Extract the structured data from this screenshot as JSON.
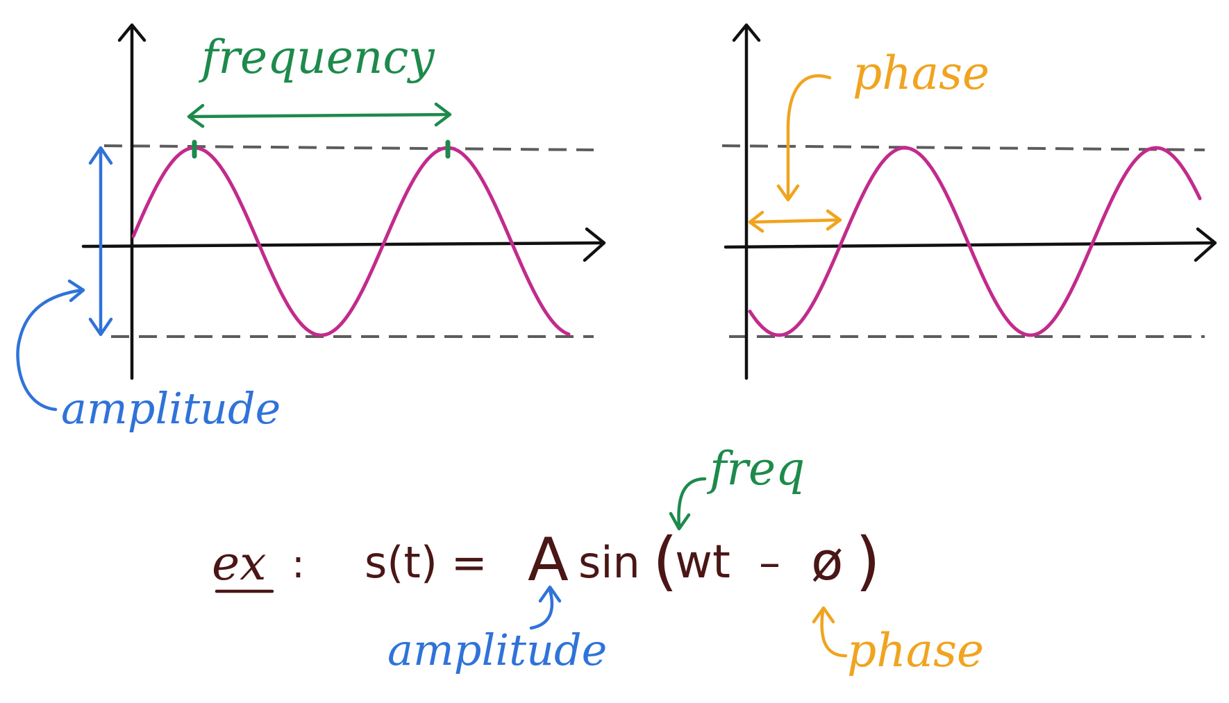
{
  "colors": {
    "axis": "#111111",
    "wave": "#c22b8c",
    "dashed": "#5c5c5c",
    "frequency": "#1d8a4c",
    "amplitude": "#2f73d9",
    "phase": "#f0a41f",
    "equation": "#4a1616"
  },
  "labels": {
    "frequency": "frequency",
    "amplitude_graph": "amplitude",
    "phase_graph": "phase",
    "freq_eq": "freq",
    "amplitude_eq": "amplitude",
    "phase_eq": "phase"
  },
  "equation": {
    "ex": "ex",
    "colon": ":",
    "lhs": "s(t) =",
    "amp": "A",
    "sin": "sin",
    "open": "(",
    "freq_term": "wt",
    "minus": "–",
    "phase_term": "ø",
    "close": ")"
  }
}
